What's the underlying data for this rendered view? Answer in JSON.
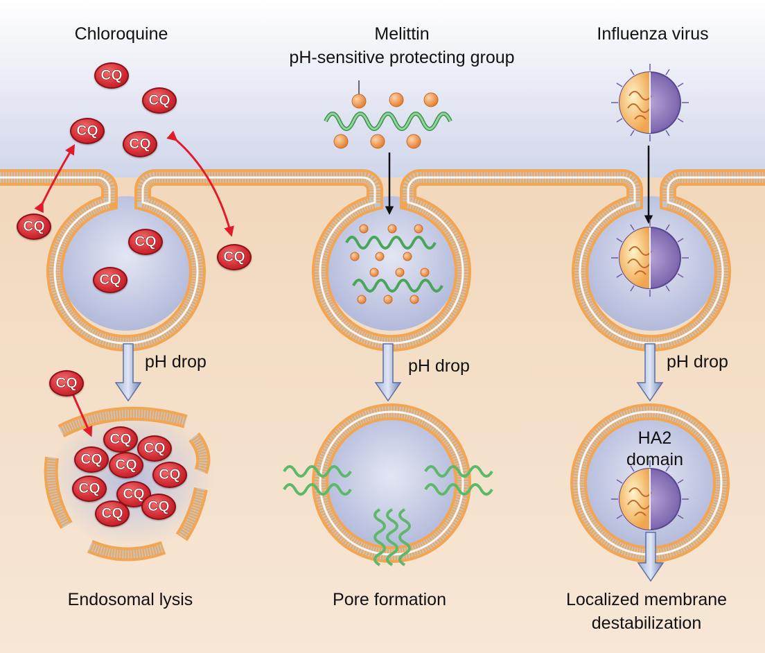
{
  "columns": {
    "chloroquine": {
      "title": "Chloroquine",
      "step_label": "pH drop",
      "result": "Endosomal lysis",
      "cq_label": "CQ"
    },
    "melittin": {
      "title": "Melittin",
      "subtitle": "pH-sensitive protecting group",
      "step_label": "pH drop",
      "result": "Pore formation"
    },
    "influenza": {
      "title": "Influenza virus",
      "step_label": "pH drop",
      "domain_label_1": "HA2",
      "domain_label_2": "domain",
      "result_line_1": "Localized membrane",
      "result_line_2": "destabilization"
    }
  },
  "colors": {
    "membrane_orange": "#f2a552",
    "membrane_grey": "#b9b9b9",
    "cq_red": "#d42d35",
    "arrow_red": "#e21b2c",
    "peptide_green": "#5db86a",
    "bead_orange": "#f08a3e",
    "virus_purple": "#8b6fb8",
    "lumen_blue": "#c9cfe6",
    "cytoplasm": "#f4dcc1"
  }
}
